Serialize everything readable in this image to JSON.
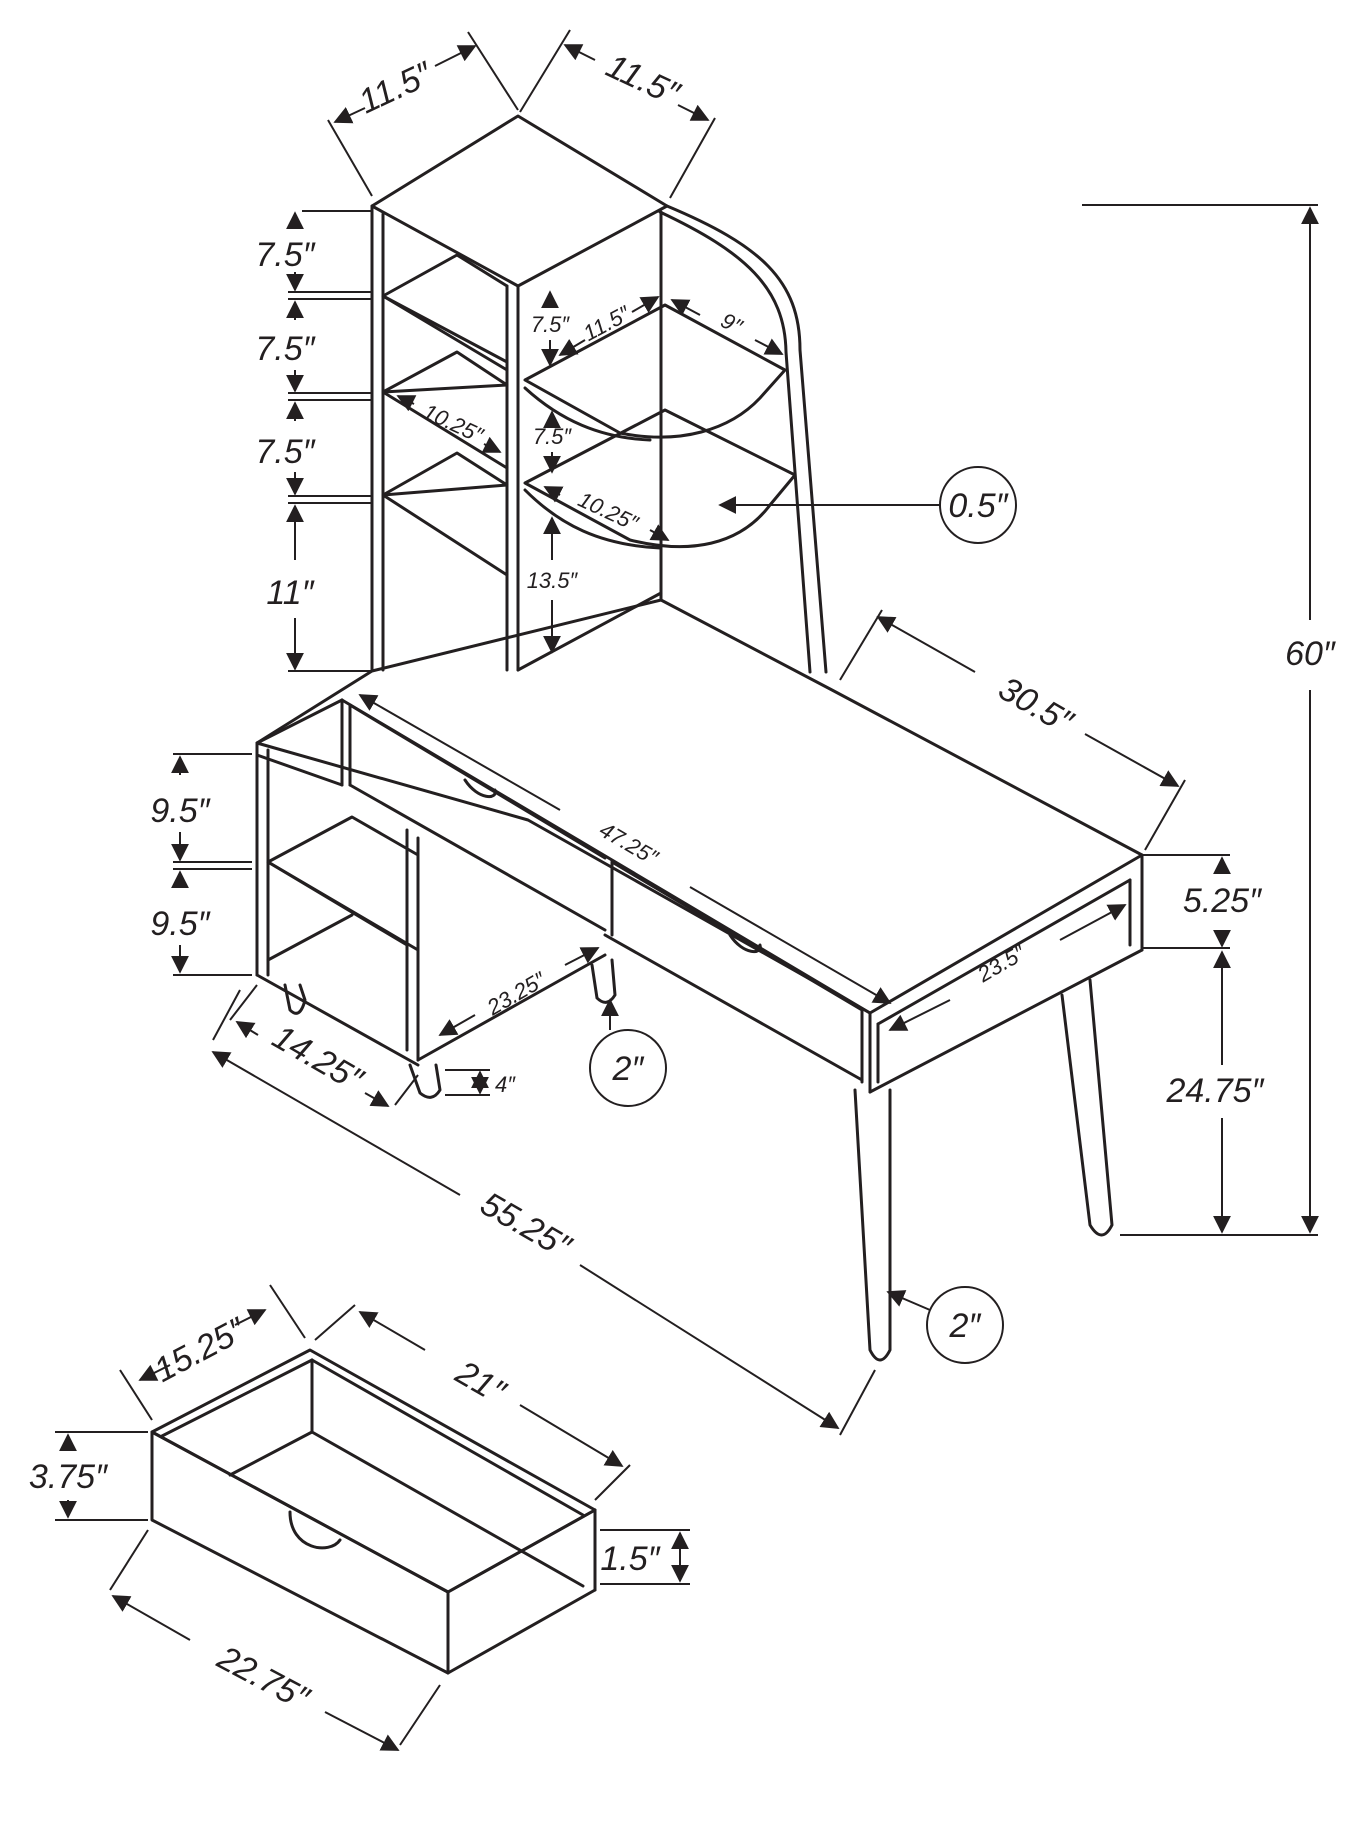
{
  "colors": {
    "line": "#231f20",
    "background": "#ffffff"
  },
  "hutch": {
    "top_width_left": "11.5″",
    "top_width_right": "11.5″",
    "shelf_heights": [
      "7.5″",
      "7.5″",
      "7.5″",
      "11″"
    ],
    "shelf_depth": "10.25″",
    "corner_shelf": {
      "upper_gap": "7.5″",
      "width": "11.5″",
      "depth": "9″",
      "middle_gap": "7.5″",
      "lower_depth": "10.25″",
      "bottom_gap": "13.5″"
    },
    "thickness_callout": "0.5″"
  },
  "desk": {
    "total_height": "60″",
    "depth": "30.5″",
    "drawer_span": "47.25″",
    "drawer_front_height": "5.25″",
    "inner_depth": "23.5″",
    "leg_height": "24.75″",
    "side_shelf_heights": [
      "9.5″",
      "9.5″"
    ],
    "side_inner_depth": "23.25″",
    "side_depth": "14.25″",
    "side_leg_height": "4″",
    "leg_callout_1": "2″",
    "leg_callout_2": "2″",
    "total_width": "55.25″"
  },
  "drawer": {
    "depth": "15.25″",
    "inner_width": "21″",
    "height": "3.75″",
    "inner_height": "1.5″",
    "width": "22.75″"
  }
}
